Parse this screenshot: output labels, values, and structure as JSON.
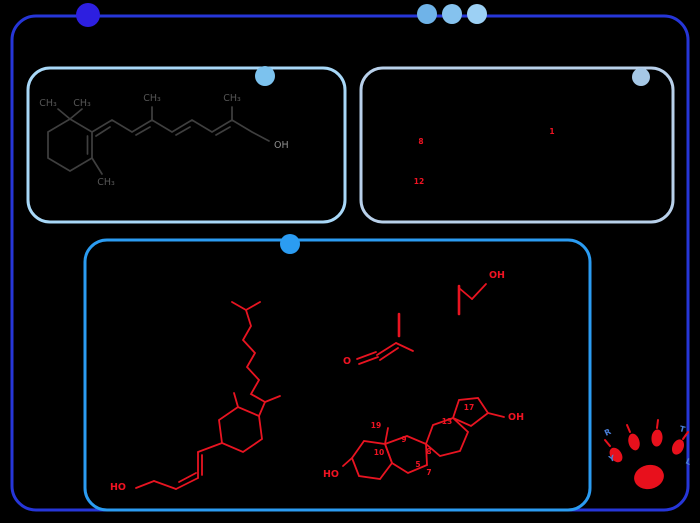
{
  "colors": {
    "background": "#000000",
    "outer_border": "#2636d8",
    "outer_dot": "#2d1fe0",
    "top_dots": [
      "#6fb3e8",
      "#85c2ee",
      "#9cd0f4"
    ],
    "panel_a_border": "#a8d8f8",
    "panel_a_dot": "#7cc2ee",
    "panel_b_border": "#b8d0ea",
    "panel_b_dot": "#a6c8e6",
    "panel_c_border": "#2b9cf2",
    "structure_gray": "#3f3f3f",
    "structure_red": "#e81421",
    "logo_red": "#e8101c",
    "logo_blue": "#4a7fd8"
  },
  "panel_vitamin_a": {
    "methyl_gem_left": "CH₃",
    "methyl_gem_right": "CH₃",
    "methyl_chain_1": "CH₃",
    "methyl_chain_2": "CH₃",
    "methyl_ring": "CH₃",
    "hydroxyl": "OH"
  },
  "panel_numbered": {
    "carbon_numbers": [
      "8",
      "1",
      "12"
    ]
  },
  "panel_bottom": {
    "carbon_numbers": [
      "19",
      "9",
      "13",
      "17",
      "10",
      "8",
      "5",
      "7"
    ],
    "hydroxyl_top": "OH",
    "hydroxyl_c17": "OH",
    "hydroxyl_a_ring": "HO",
    "hydroxyl_left_structure": "HO",
    "ketone_oxygen": "O"
  },
  "logo": {
    "marks": [
      "R",
      "T",
      "Y",
      "L"
    ]
  }
}
